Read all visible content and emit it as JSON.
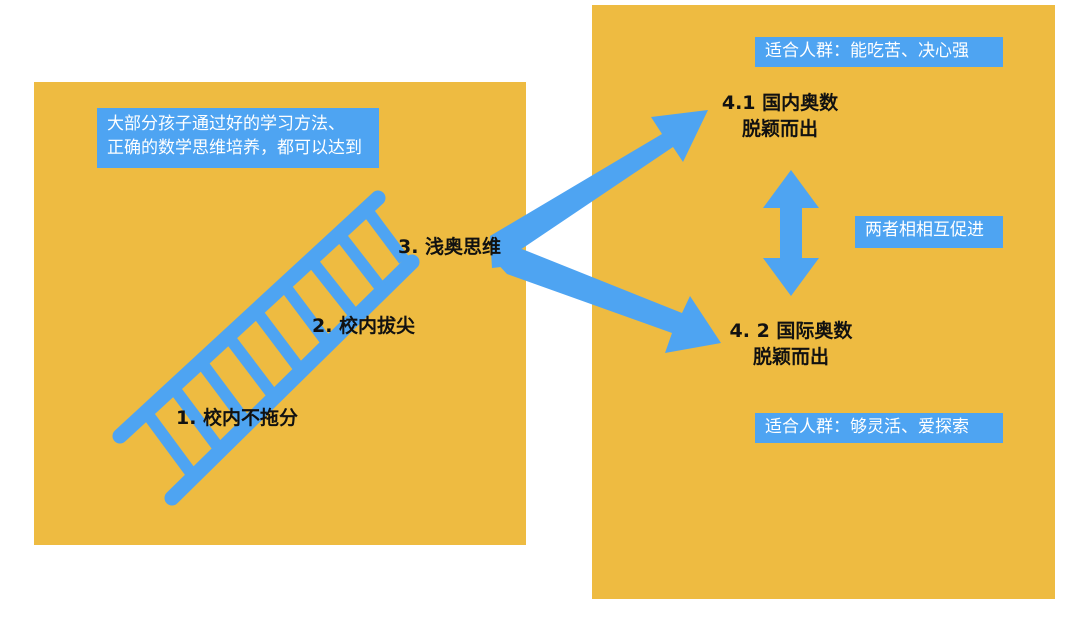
{
  "colors": {
    "panel": "#EEBB41",
    "accent": "#4EA4F2",
    "text": "#111111",
    "tag_text": "#FFFFFF"
  },
  "left_panel": {
    "note_line1": "大部分孩子通过好的学习方法、",
    "note_line2": "正确的数学思维培养，都可以达到"
  },
  "steps": {
    "step1": "1. 校内不拖分",
    "step2": "2. 校内拔尖",
    "step3": "3. 浅奥思维",
    "step4_1_line1": "4.1 国内奥数",
    "step4_1_line2": "脱颖而出",
    "step4_2_line1": "4. 2 国际奥数",
    "step4_2_line2": "脱颖而出"
  },
  "right_panel": {
    "tag_top": "适合人群：能吃苦、决心强",
    "tag_mutual": "两者相相互促进",
    "tag_bottom": "适合人群：够灵活、爱探索"
  },
  "icons": [
    "ladder-icon",
    "arrow-up-right-icon",
    "arrow-down-right-icon",
    "double-arrow-vertical-icon"
  ]
}
